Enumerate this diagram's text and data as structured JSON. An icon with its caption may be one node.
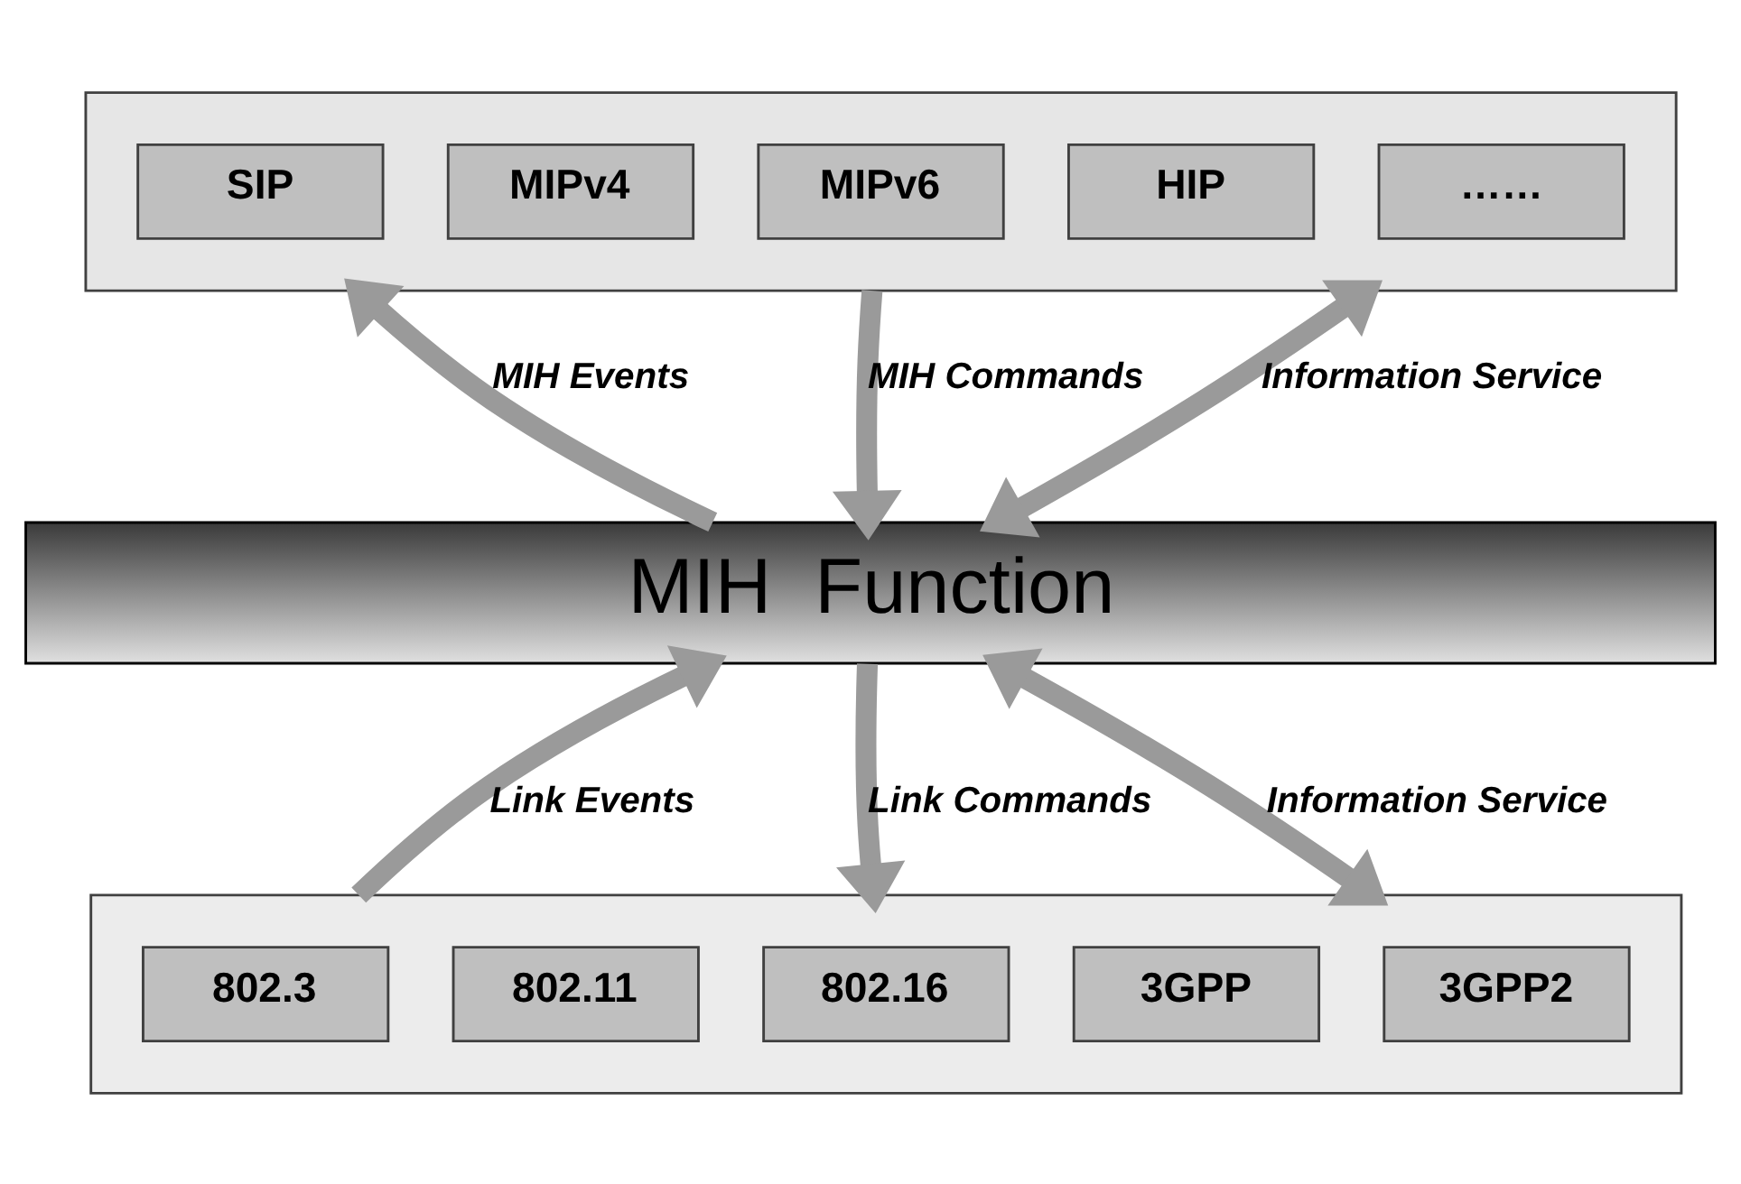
{
  "diagram": {
    "nodes": [
      {
        "text": [],
        "shape": "box"
      },
      {
        "text": [
          "SIP"
        ],
        "in": 0
      },
      {
        "text": [
          "MIPv4"
        ],
        "in": 0
      },
      {
        "text": [
          "MIPv6"
        ],
        "in": 0
      },
      {
        "text": [
          "HIP"
        ],
        "in": 0
      },
      {
        "text": [
          "……"
        ],
        "in": 0
      },
      {
        "text": [
          "MIH  Function"
        ]
      },
      {
        "text": [],
        "shape": "box"
      },
      {
        "text": [
          "802.3"
        ],
        "in": 7
      },
      {
        "text": [
          "802.11"
        ],
        "in": 7
      },
      {
        "text": [
          "802.16"
        ],
        "in": 7
      },
      {
        "text": [
          "3GPP"
        ],
        "in": 7
      },
      {
        "text": [
          "3GPP2"
        ],
        "in": 7
      }
    ],
    "edges": [
      {
        "from": 6,
        "to": 0,
        "arrow": "to",
        "label": "MIH Events"
      },
      {
        "from": 0,
        "to": 6,
        "arrow": "to",
        "label": "MIH Commands"
      },
      {
        "from": 0,
        "to": 6,
        "arrow": "both",
        "label": "Information Service"
      },
      {
        "from": 7,
        "to": 6,
        "arrow": "to",
        "label": "Link Events"
      },
      {
        "from": 6,
        "to": 7,
        "arrow": "to",
        "label": "Link Commands"
      },
      {
        "from": 6,
        "to": 7,
        "arrow": "both",
        "label": "Information Service"
      }
    ]
  }
}
